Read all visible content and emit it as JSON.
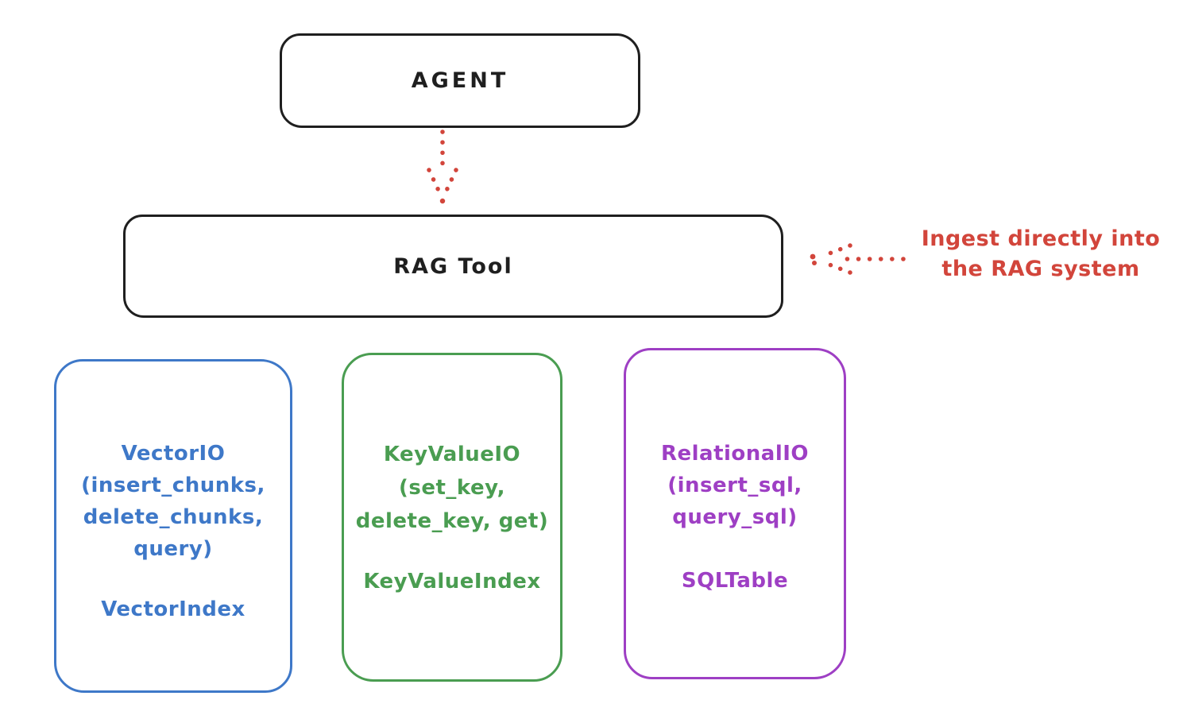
{
  "diagram": {
    "agent": {
      "label": "AGENT"
    },
    "rag_tool": {
      "label": "RAG Tool"
    },
    "arrows": {
      "agent_to_rag": {
        "style": "dotted",
        "direction": "down",
        "color": "#d2453b"
      },
      "ingest_into_rag": {
        "style": "dotted",
        "direction": "left",
        "color": "#d2453b"
      }
    },
    "annotation": {
      "line1": "Ingest directly into",
      "line2": "the RAG system",
      "color": "#d2453b"
    },
    "io_boxes": [
      {
        "name": "vector-io",
        "color": "#3e78c8",
        "title": "VectorIO",
        "lines": [
          "(insert_chunks,",
          "delete_chunks,",
          "query)"
        ],
        "index_class": "VectorIndex"
      },
      {
        "name": "keyvalue-io",
        "color": "#4a9d51",
        "title": "KeyValueIO",
        "lines": [
          "(set_key,",
          "delete_key, get)"
        ],
        "index_class": "KeyValueIndex"
      },
      {
        "name": "relational-io",
        "color": "#9e3fc4",
        "title": "RelationalIO",
        "lines": [
          "(insert_sql,",
          "query_sql)"
        ],
        "index_class": "SQLTable"
      }
    ],
    "colors": {
      "outline": "#1f1f1f",
      "background": "#ffffff",
      "accent_red": "#d2453b",
      "accent_blue": "#3e78c8",
      "accent_green": "#4a9d51",
      "accent_purple": "#9e3fc4"
    }
  }
}
